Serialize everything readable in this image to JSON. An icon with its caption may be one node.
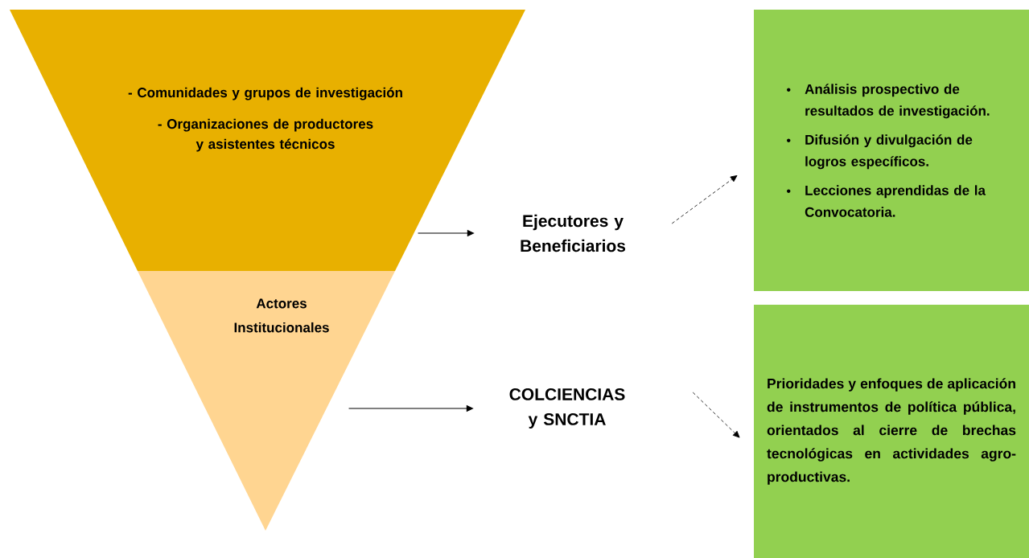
{
  "diagram": {
    "nodes": [
      {
        "text": [
          "- Comunidades  y grupos de investigación",
          "- Organizaciones de productores y asistentes técnicos"
        ]
      },
      {
        "text": [
          "Actores Institucionales"
        ]
      },
      {
        "text": [
          "Ejecutores y Beneficiarios"
        ]
      },
      {
        "text": [
          "COLCIENCIAS y SNCTIA"
        ]
      },
      {
        "text": [
          "Análisis prospectivo de resultados de investigación.",
          "Difusión y divulgación de logros específicos.",
          "Lecciones aprendidas de la Convocatoria."
        ]
      },
      {
        "text": [
          "Prioridades y enfoques de aplicación de instrumentos de política pública, orientados al cierre de brechas tecnológicas en actividades agro-productivas."
        ]
      }
    ],
    "edges": [
      {
        "from": 0,
        "to": 2,
        "arrow": "to"
      },
      {
        "from": 1,
        "to": 3,
        "arrow": "to"
      },
      {
        "from": 2,
        "to": 4,
        "arrow": "to",
        "style": "dashed"
      },
      {
        "from": 3,
        "to": 5,
        "arrow": "to",
        "style": "dashed"
      }
    ]
  }
}
